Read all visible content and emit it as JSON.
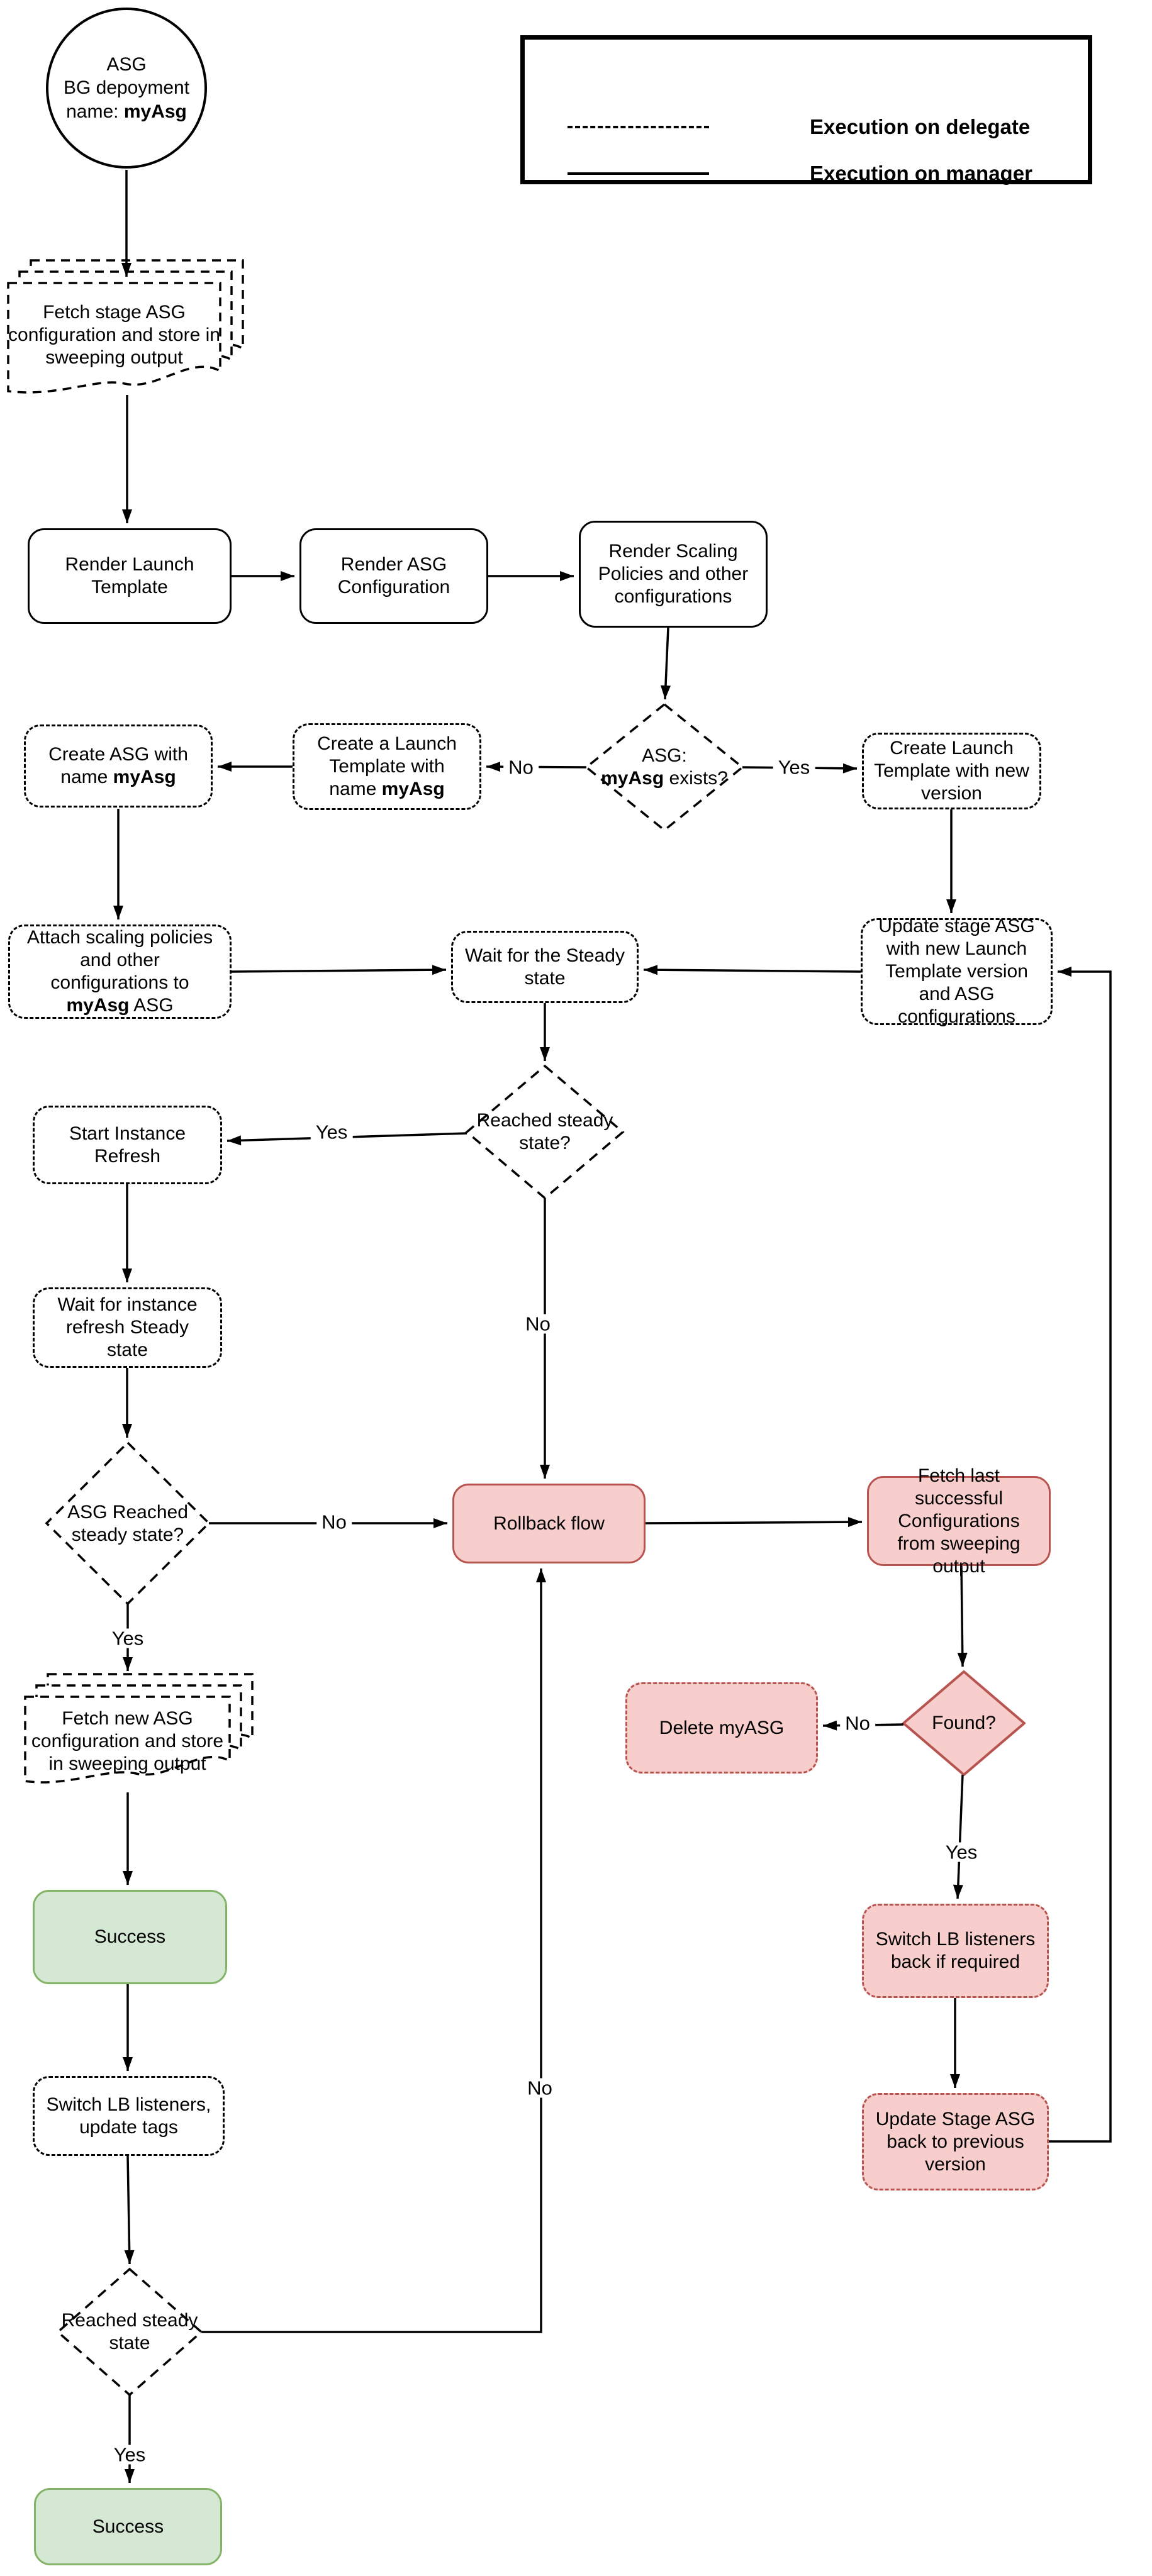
{
  "labels": {
    "yes": "Yes",
    "no": "No"
  },
  "colors": {
    "danger_fill": "#f8cecc",
    "danger_border": "#b85450",
    "success_fill": "#d5e8d4",
    "success_border": "#82b366",
    "line": "#000000"
  },
  "legend": {
    "items": [
      {
        "label": "Execution on delegate",
        "style": "dashed"
      },
      {
        "label": "Execution on manager",
        "style": "solid"
      }
    ]
  },
  "nodes": {
    "start": {
      "line1": "ASG",
      "line2": "BG depoyment",
      "line3_pre": "name: ",
      "line3_bold": "myAsg"
    },
    "fetch_stage": {
      "text": "Fetch stage ASG configuration and store in sweeping output"
    },
    "render_launch": {
      "text": "Render Launch Template"
    },
    "render_asg": {
      "text": "Render ASG Configuration"
    },
    "render_scaling": {
      "text": "Render Scaling Policies and other configurations"
    },
    "asg_exists": {
      "line1": "ASG:",
      "bold": "myAsg",
      "suffix": " exists?"
    },
    "create_lt_myasg": {
      "pre": "Create a Launch Template with name ",
      "bold": "myAsg"
    },
    "create_asg": {
      "pre": "Create ASG with name ",
      "bold": "myAsg"
    },
    "create_lt_new": {
      "text": "Create Launch Template with new version"
    },
    "update_stage_asg": {
      "text": "Update stage ASG with new Launch Template version and ASG configurations"
    },
    "wait_steady": {
      "text": "Wait for the Steady state"
    },
    "attach_scaling": {
      "pre": "Attach scaling policies and other configurations to ",
      "bold": "myAsg",
      "post": " ASG"
    },
    "reached_steady_1": {
      "text": "Reached steady state?"
    },
    "start_instance_refresh": {
      "text": "Start Instance Refresh"
    },
    "wait_instance_refresh": {
      "text": "Wait for instance refresh Steady state"
    },
    "asg_reached_steady": {
      "text": "ASG Reached steady state?"
    },
    "rollback": {
      "text": "Rollback flow"
    },
    "fetch_last": {
      "text": "Fetch last successful Configurations from sweeping output"
    },
    "found": {
      "text": "Found?"
    },
    "delete_myasg": {
      "text": "Delete myASG"
    },
    "fetch_new": {
      "text": "Fetch new ASG configuration and store in sweeping output"
    },
    "success_1": {
      "text": "Success"
    },
    "switch_lb_tags": {
      "text": "Switch LB listeners, update tags"
    },
    "switch_lb_back": {
      "text": "Switch LB listeners back if required"
    },
    "update_stage_back": {
      "text": "Update Stage ASG back to previous version"
    },
    "reached_steady_2": {
      "text": "Reached steady state"
    },
    "success_2": {
      "text": "Success"
    }
  }
}
